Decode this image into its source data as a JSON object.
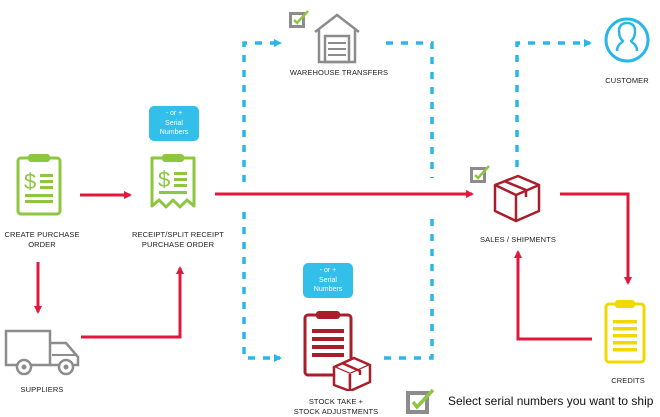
{
  "colors": {
    "flow_red": "#e3173e",
    "flow_blue": "#29b6e8",
    "green": "#8dc63f",
    "dark_red": "#a81e2a",
    "gray": "#8c8c8c",
    "yellow": "#f0d800",
    "badge_blue": "#32bfea"
  },
  "nodes": {
    "create_po": {
      "icon": "clipboard-dollar-icon",
      "line1": "CREATE PURCHASE",
      "line2": "ORDER"
    },
    "receipt_po": {
      "icon": "receipt-dollar-icon",
      "line1": "RECEIPT/SPLIT RECEIPT",
      "line2": "PURCHASE ORDER"
    },
    "suppliers": {
      "icon": "truck-icon",
      "line1": "SUPPLIERS"
    },
    "warehouse": {
      "icon": "warehouse-icon",
      "line1": "WAREHOUSE TRANSFERS"
    },
    "stock_take": {
      "icon": "clipboard-box-icon",
      "line1": "STOCK TAKE +",
      "line2": "STOCK ADJUSTMENTS"
    },
    "sales": {
      "icon": "box-icon",
      "line1": "SALES / SHIPMENTS"
    },
    "customer": {
      "icon": "user-icon",
      "line1": "CUSTOMER"
    },
    "credits": {
      "icon": "clipboard-list-icon",
      "line1": "CREDITS"
    }
  },
  "badges": {
    "receipt": {
      "line1": "- or +",
      "line2": "Serial",
      "line3": "Numbers"
    },
    "stock": {
      "line1": "- or +",
      "line2": "Serial",
      "line3": "Numbers"
    }
  },
  "legend": {
    "icon": "checkbox-checked-icon",
    "text": "Select serial numbers you want to ship"
  }
}
